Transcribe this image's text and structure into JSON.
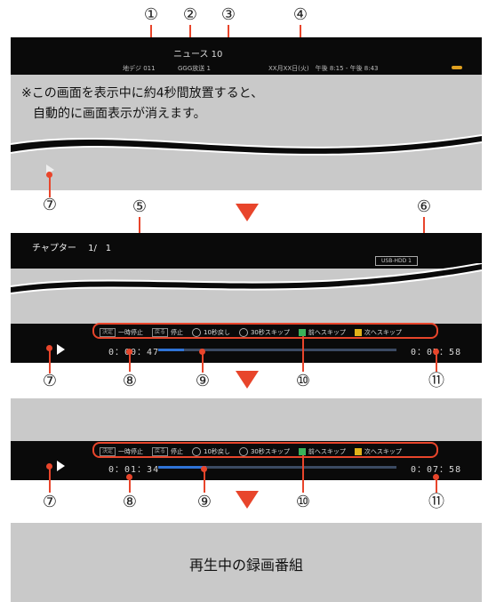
{
  "markers": [
    "①",
    "②",
    "③",
    "④",
    "⑤",
    "⑥",
    "⑦",
    "⑧",
    "⑨",
    "⑩",
    "⑪"
  ],
  "screen1": {
    "channel_type": "地デジ 011",
    "program": "ニュース 10",
    "station": "GGG放送 1",
    "datetime": "XX月XX日(火)　午後 8:15 - 午後 8:43",
    "note_line1": "※この画面を表示中に約4秒間放置すると、",
    "note_line2": "自動的に画面表示が消えます。"
  },
  "screen2": {
    "chapter": "チャプター　 1/　1",
    "device": "USB-HDD 1",
    "time_current": "0：00：47",
    "time_total": "0：07：58",
    "progress": 0.11
  },
  "screen3": {
    "time_current": "0：01：34",
    "time_total": "0：07：58",
    "progress": 0.2
  },
  "controls": [
    {
      "key": "決定",
      "label": "一時停止"
    },
    {
      "key": "戻る",
      "label": "停止"
    },
    {
      "icon": "rewind-icon",
      "label": "10秒戻し"
    },
    {
      "icon": "skip-icon",
      "label": "30秒スキップ"
    },
    {
      "color": "#3bb25a",
      "label": "前へスキップ"
    },
    {
      "color": "#e0b21a",
      "label": "次へスキップ"
    }
  ],
  "bottom_caption": "再生中の録画番組",
  "colors": {
    "accent": "#e8452b",
    "progress": "#2f73d6",
    "panel_gray": "#c9c9c9"
  }
}
